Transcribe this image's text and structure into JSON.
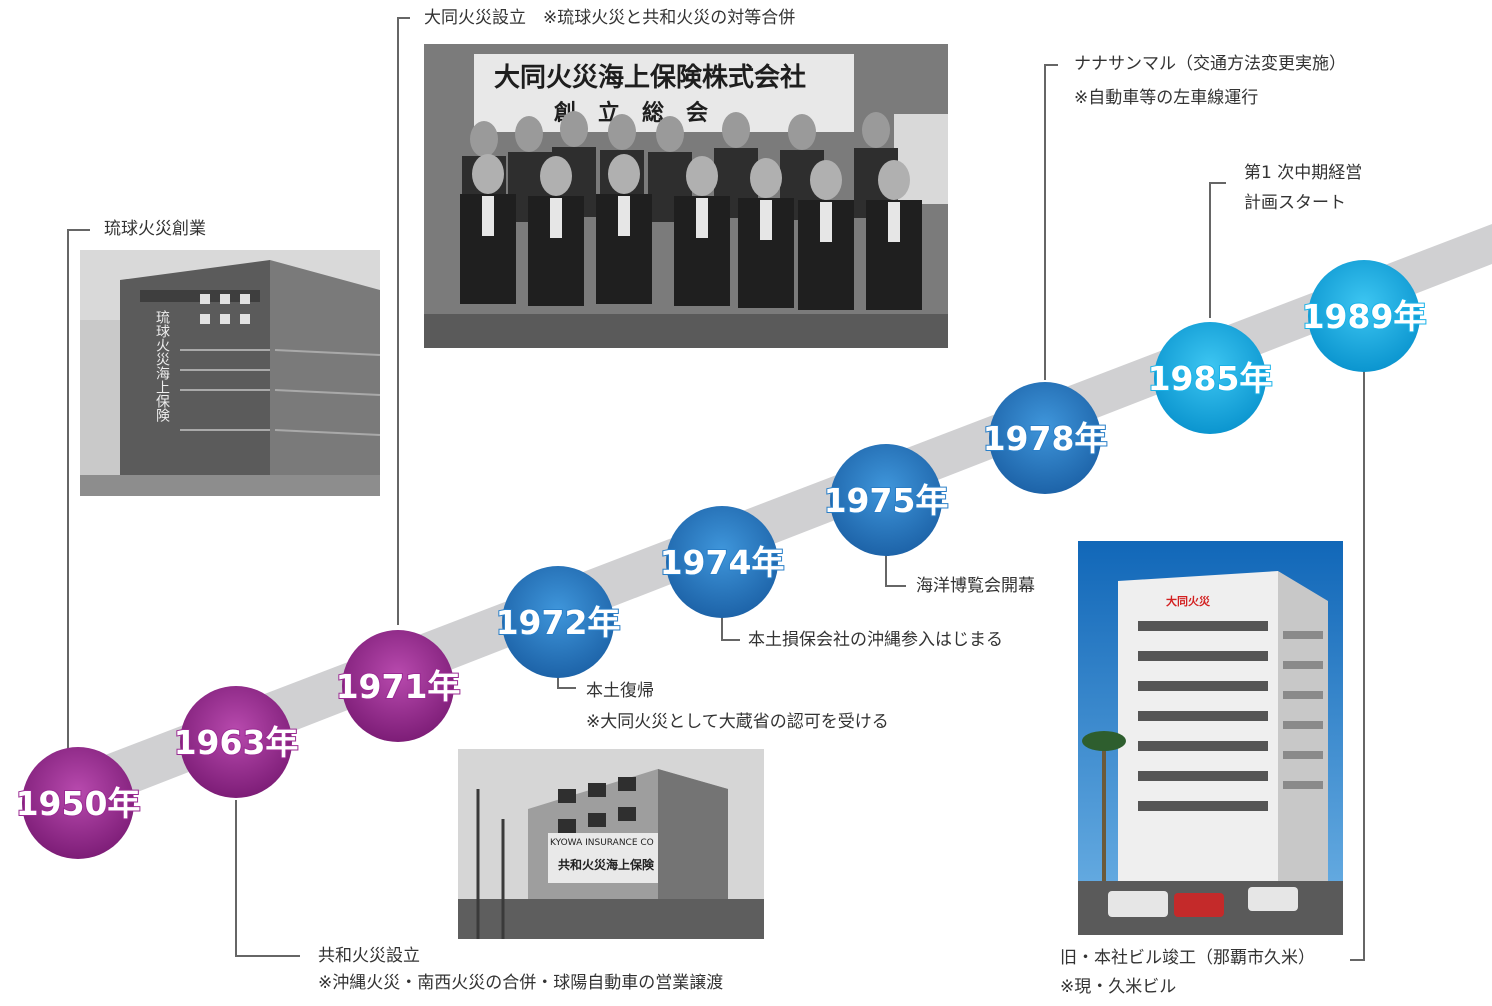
{
  "years": [
    {
      "label": "1950年",
      "color": "purple"
    },
    {
      "label": "1963年",
      "color": "purple"
    },
    {
      "label": "1971年",
      "color": "purple"
    },
    {
      "label": "1972年",
      "color": "blue"
    },
    {
      "label": "1974年",
      "color": "blue"
    },
    {
      "label": "1975年",
      "color": "blue"
    },
    {
      "label": "1978年",
      "color": "blue"
    },
    {
      "label": "1985年",
      "color": "cyan"
    },
    {
      "label": "1989年",
      "color": "cyan"
    }
  ],
  "events": {
    "e1950": "琉球火災創業",
    "e1963_1": "共和火災設立",
    "e1963_2": "※沖縄火災・南西火災の合併・球陽自動車の営業譲渡",
    "e1971": "大同火災設立　※琉球火災と共和火災の対等合併",
    "e1972_1": "本土復帰",
    "e1972_2": "※大同火災として大蔵省の認可を受ける",
    "e1974": "本土損保会社の沖縄参入はじまる",
    "e1975": "海洋博覧会開幕",
    "e1978_1": "ナナサンマル（交通方法変更実施）",
    "e1978_2": "※自動車等の左車線運行",
    "e1985_1": "第1 次中期経営",
    "e1985_2": "計画スタート",
    "e1989_1": "旧・本社ビル竣工（那覇市久米）",
    "e1989_2": "※現・久米ビル"
  },
  "photos": {
    "banner_line1": "大同火災海上保険株式会社",
    "banner_line2": "創　立　総　会",
    "ryukyu_sign": "琉球火災海上保険",
    "kyowa_sign": "KYOWA INSURANCE CO",
    "kyowa_kanji": "共和火災海上保険",
    "daido_sign": "大同火災"
  },
  "colors": {
    "purple": "#9b2a93",
    "blue": "#2a7fc8",
    "cyan": "#1ab2e8",
    "band": "#d0d0d2",
    "connector": "#666666"
  }
}
